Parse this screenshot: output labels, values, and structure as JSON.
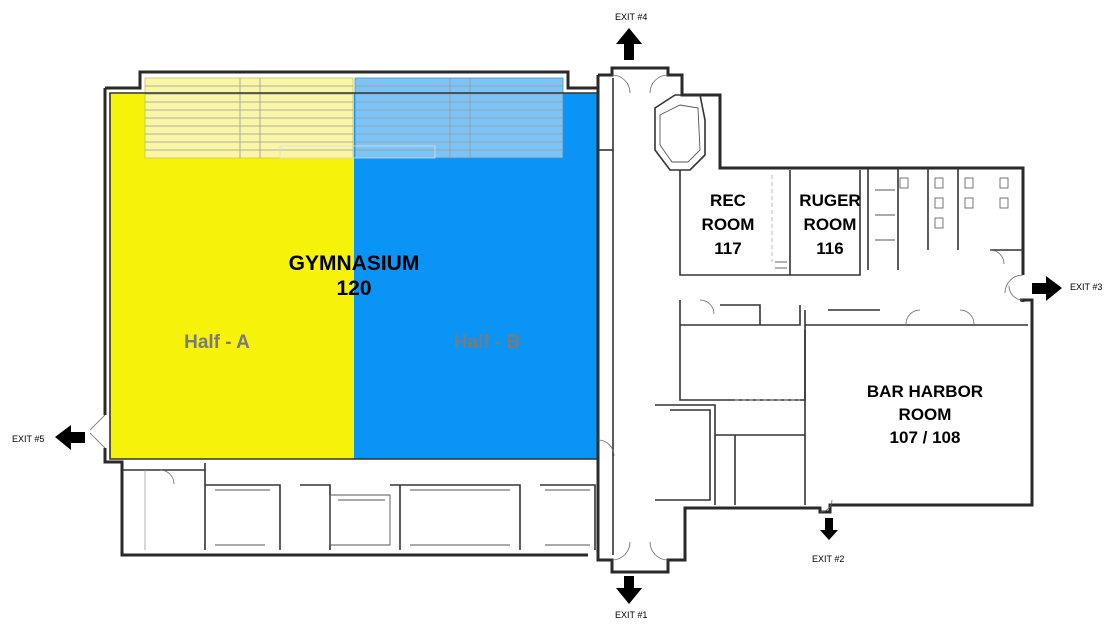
{
  "colors": {
    "half_a": "#f6f20a",
    "half_b": "#0a94f6",
    "walls": "#2a2a2a",
    "arrows": "#000000"
  },
  "rooms": {
    "gymnasium": {
      "name": "GYMNASIUM",
      "number": "120"
    },
    "half_a": {
      "label": "Half - A"
    },
    "half_b": {
      "label": "Half - B"
    },
    "rec_room": {
      "line1": "REC",
      "line2": "ROOM",
      "number": "117"
    },
    "ruger_room": {
      "line1": "RUGER",
      "line2": "ROOM",
      "number": "116"
    },
    "bar_harbor_room": {
      "line1": "BAR HARBOR",
      "line2": "ROOM",
      "number": "107 / 108"
    }
  },
  "exits": {
    "exit1": {
      "label": "EXIT #1",
      "icon": "arrow-down-icon"
    },
    "exit2": {
      "label": "EXIT #2",
      "icon": "arrow-down-icon"
    },
    "exit3": {
      "label": "EXIT #3",
      "icon": "arrow-right-icon"
    },
    "exit4": {
      "label": "EXIT #4",
      "icon": "arrow-up-icon"
    },
    "exit5": {
      "label": "EXIT #5",
      "icon": "arrow-left-icon"
    }
  }
}
